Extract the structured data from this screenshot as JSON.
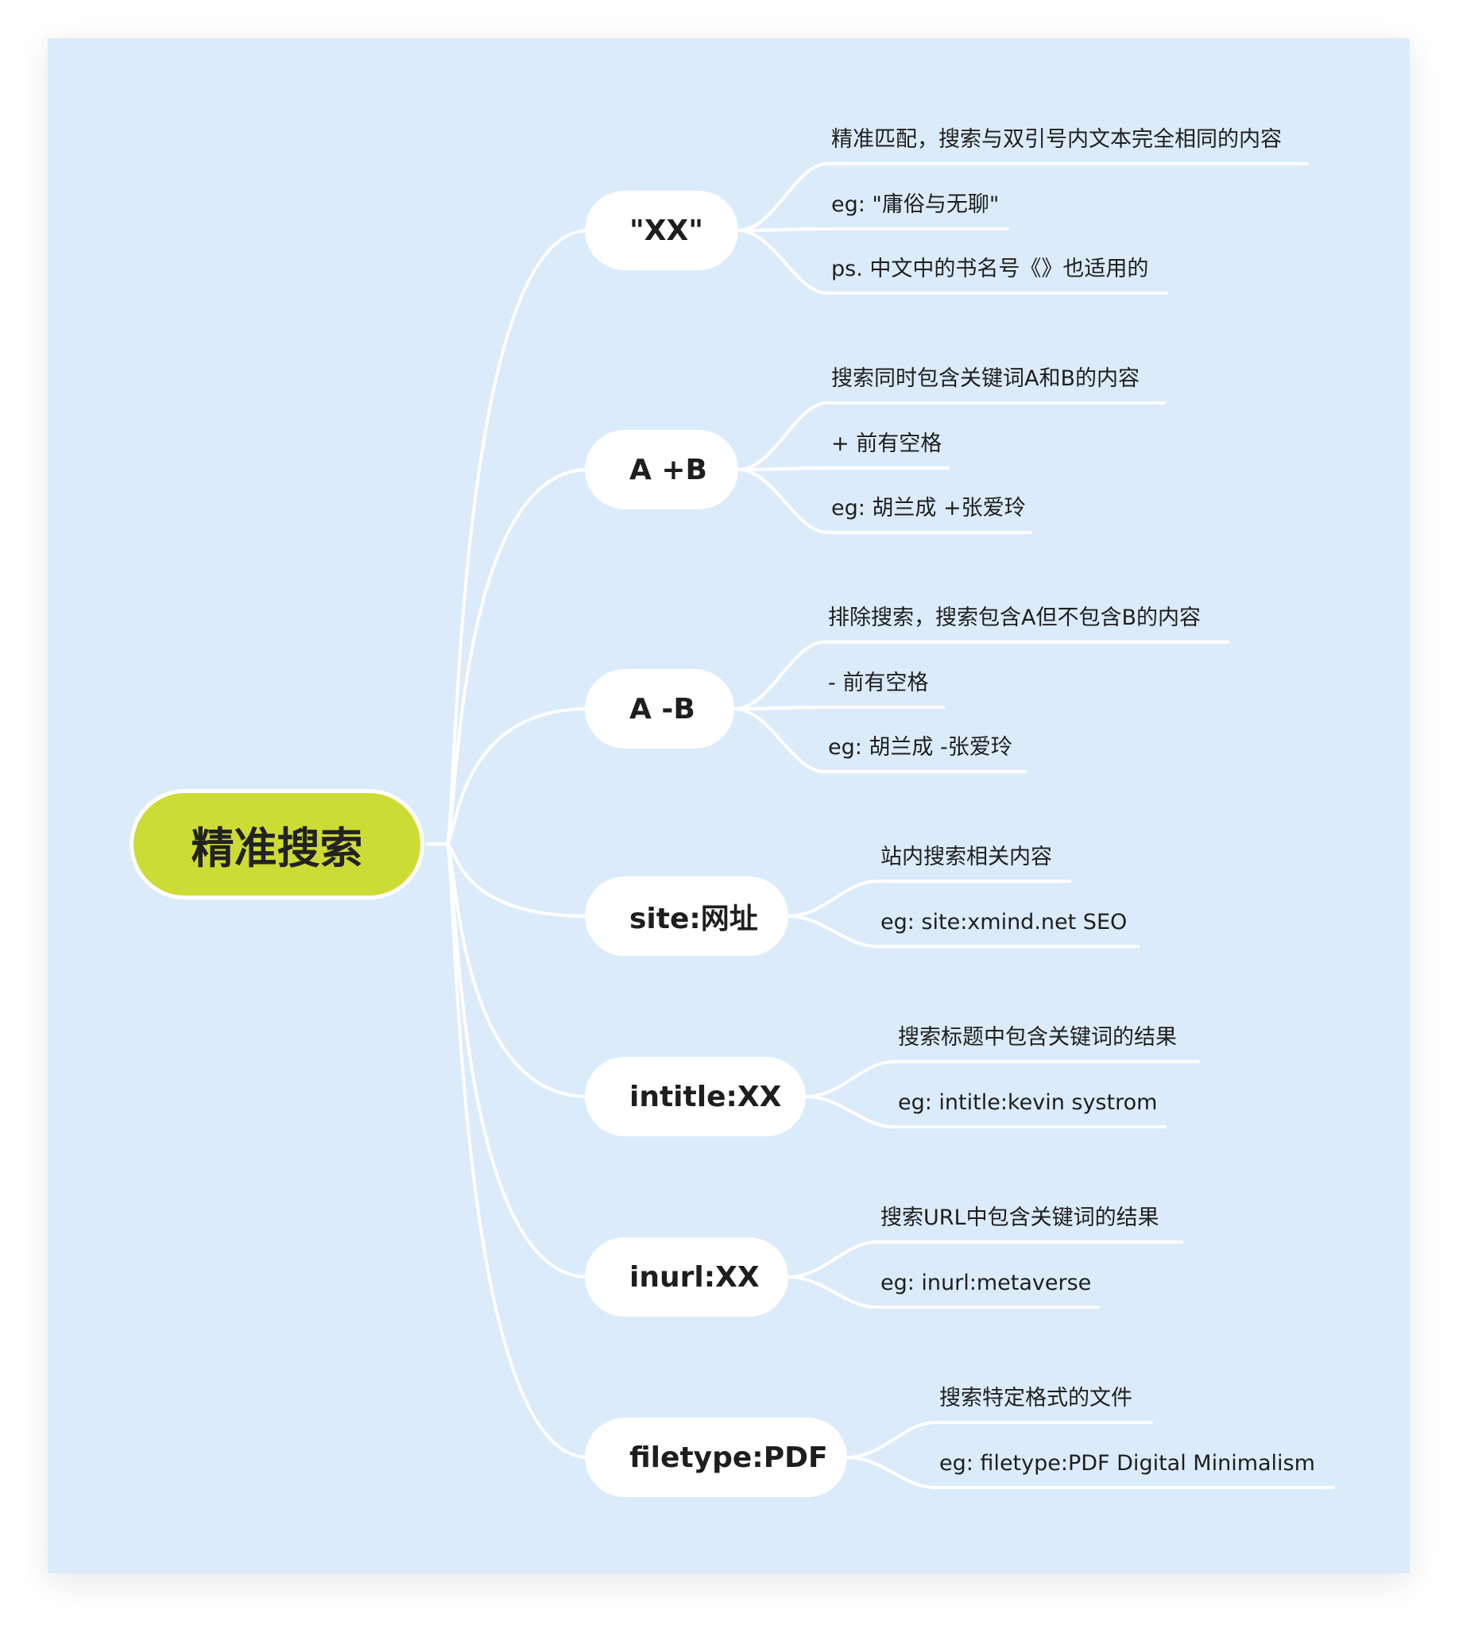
{
  "central": {
    "label": "精准搜索"
  },
  "colors": {
    "background": "#dbebfa",
    "central_fill": "#cddc35",
    "topic_fill": "#ffffff",
    "lines": "#ffffff",
    "text": "#1e1e1e"
  },
  "branches": [
    {
      "label": "\"XX\"",
      "children": [
        "精准匹配，搜索与双引号内文本完全相同的内容",
        "eg: \"庸俗与无聊\"",
        "ps. 中文中的书名号《》也适用的"
      ]
    },
    {
      "label": "A +B",
      "children": [
        "搜索同时包含关键词A和B的内容",
        "+ 前有空格",
        "eg: 胡兰成 +张爱玲"
      ]
    },
    {
      "label": "A -B",
      "children": [
        "排除搜索，搜索包含A但不包含B的内容",
        "- 前有空格",
        "eg: 胡兰成 -张爱玲"
      ]
    },
    {
      "label": "site:网址",
      "children": [
        "站内搜索相关内容",
        "eg: site:xmind.net SEO"
      ]
    },
    {
      "label": "intitle:XX",
      "children": [
        "搜索标题中包含关键词的结果",
        "eg: intitle:kevin systrom"
      ]
    },
    {
      "label": "inurl:XX",
      "children": [
        "搜索URL中包含关键词的结果",
        "eg: inurl:metaverse"
      ]
    },
    {
      "label": "filetype:PDF",
      "children": [
        "搜索特定格式的文件",
        "eg: filetype:PDF Digital Minimalism"
      ]
    }
  ]
}
